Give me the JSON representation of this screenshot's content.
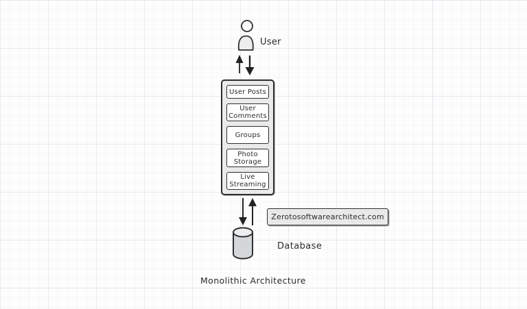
{
  "diagram": {
    "caption": "Monolithic Architecture",
    "user": {
      "label": "User"
    },
    "monolith": {
      "modules": [
        {
          "label": "User Posts"
        },
        {
          "label": "User Comments"
        },
        {
          "label": "Groups"
        },
        {
          "label": "Photo Storage"
        },
        {
          "label": "Live Streaming"
        }
      ]
    },
    "database": {
      "label": "Database"
    },
    "watermark": {
      "label": "Zerotosoftwarearchitect.com"
    },
    "icons": {
      "user": "person-icon",
      "database": "database-cylinder-icon",
      "arrow_up": "arrow-up-icon",
      "arrow_down": "arrow-down-icon"
    },
    "colors": {
      "ink": "#2e2e2e",
      "container_fill": "#eaeaeb",
      "module_fill": "#ffffff",
      "cylinder_fill": "#d3d7da",
      "cylinder_top_fill": "#eceeef",
      "watermark_fill": "#e9e9ea",
      "background": "#fdfdfe"
    }
  }
}
